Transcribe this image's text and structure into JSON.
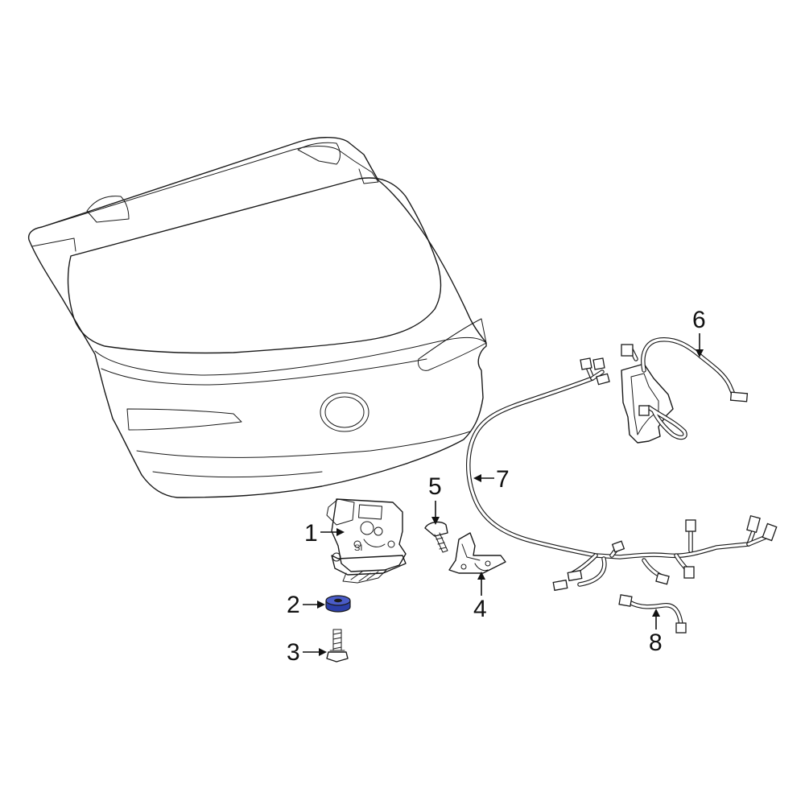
{
  "diagram": {
    "highlight_color": "#2c3fa8",
    "callouts": [
      {
        "number": "1",
        "part": "liftgate-latch"
      },
      {
        "number": "2",
        "part": "washer"
      },
      {
        "number": "3",
        "part": "bolt"
      },
      {
        "number": "4",
        "part": "striker"
      },
      {
        "number": "5",
        "part": "bolt"
      },
      {
        "number": "6",
        "part": "harness"
      },
      {
        "number": "7",
        "part": "harness"
      },
      {
        "number": "8",
        "part": "harness"
      }
    ]
  }
}
